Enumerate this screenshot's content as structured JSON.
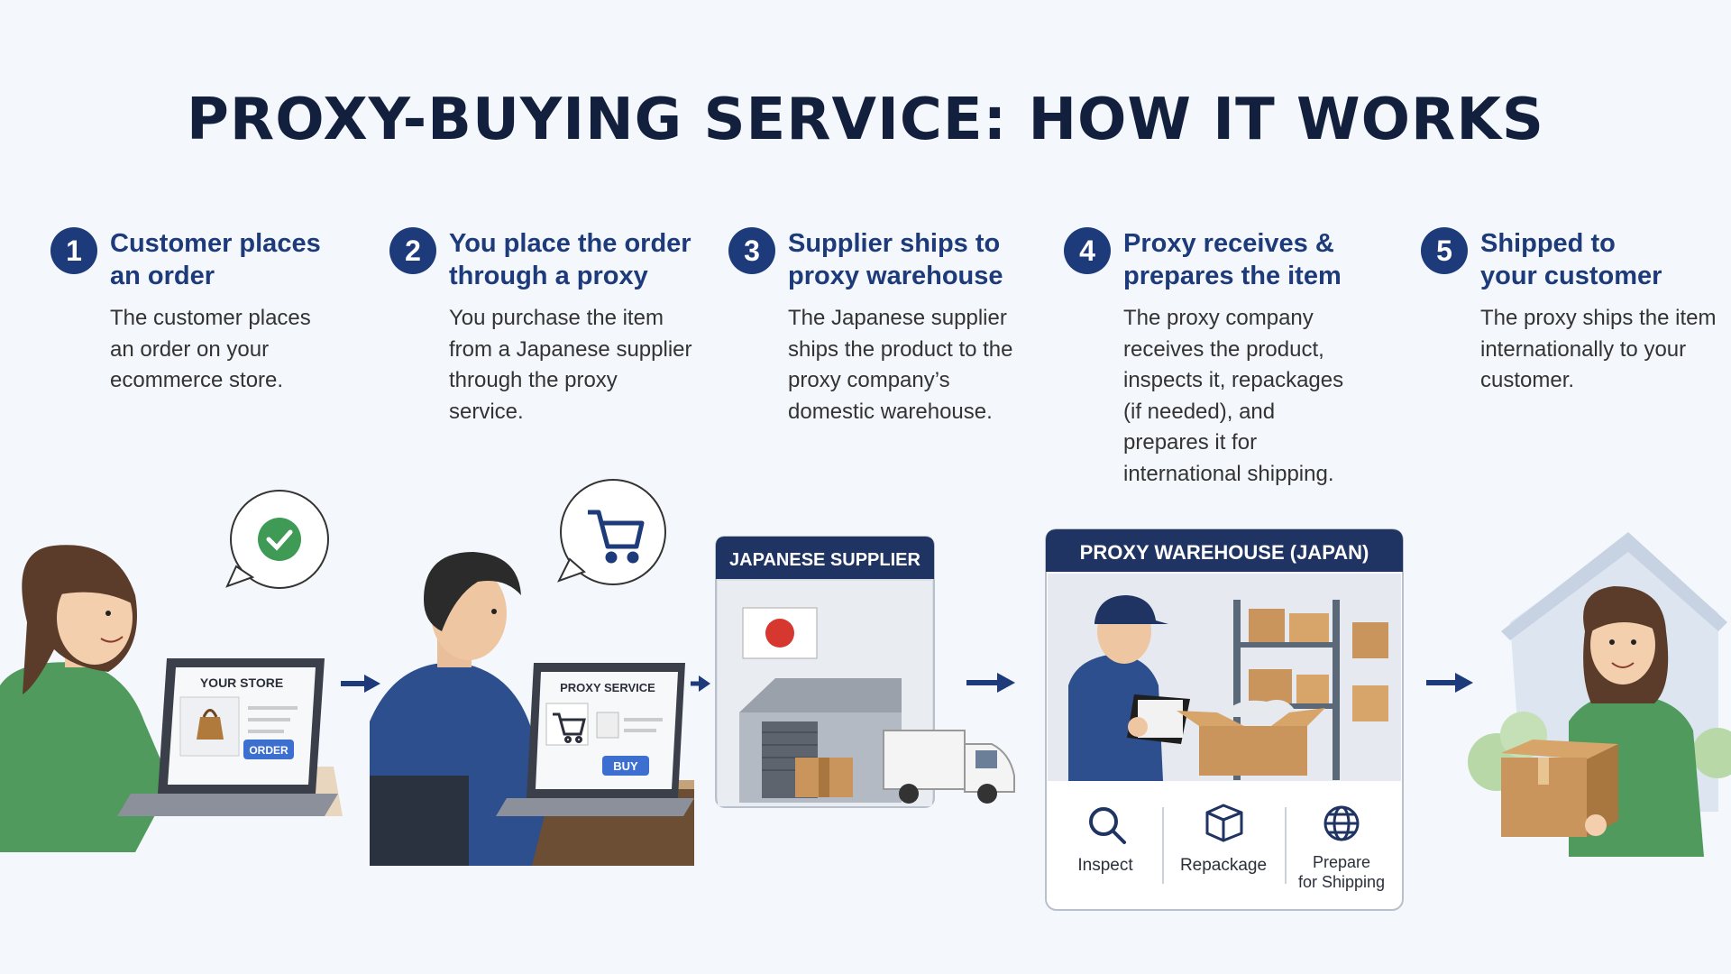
{
  "title": "PROXY-BUYING SERVICE: HOW IT WORKS",
  "steps": [
    {
      "number": "1",
      "title_line1": "Customer places",
      "title_line2": "an order",
      "text_lines": [
        "The customer places",
        "an order on your",
        "ecommerce store."
      ]
    },
    {
      "number": "2",
      "title_line1": "You place the order",
      "title_line2": "through a proxy",
      "text_lines": [
        "You purchase the item",
        "from a Japanese supplier",
        "through the proxy",
        "service."
      ]
    },
    {
      "number": "3",
      "title_line1": "Supplier ships to",
      "title_line2": "proxy warehouse",
      "text_lines": [
        "The Japanese supplier",
        "ships the product to the",
        "proxy company’s",
        "domestic warehouse."
      ]
    },
    {
      "number": "4",
      "title_line1": "Proxy receives &",
      "title_line2": "prepares the item",
      "text_lines": [
        "The proxy company",
        "receives the product,",
        "inspects it, repackages",
        "(if needed), and",
        "prepares it for",
        "international shipping."
      ]
    },
    {
      "number": "5",
      "title_line1": "Shipped to",
      "title_line2": "your customer",
      "text_lines": [
        "The proxy ships the item",
        "internationally to your",
        "customer."
      ]
    }
  ],
  "laptop1": {
    "store_label": "YOUR STORE",
    "button_label": "ORDER"
  },
  "laptop2": {
    "store_label": "PROXY SERVICE",
    "button_label": "BUY"
  },
  "supplier": {
    "header": "JAPANESE SUPPLIER"
  },
  "warehouse": {
    "header": "PROXY WAREHOUSE (JAPAN)",
    "actions": [
      {
        "label_line1": "Inspect",
        "label_line2": "",
        "icon": "magnifier-icon"
      },
      {
        "label_line1": "Repackage",
        "label_line2": "",
        "icon": "box-icon"
      },
      {
        "label_line1": "Prepare",
        "label_line2": "for Shipping",
        "icon": "globe-icon"
      }
    ]
  },
  "colors": {
    "navy": "#1d3a7a",
    "green": "#3e9a55",
    "shirt_green": "#4f9a5c",
    "shirt_blue": "#2d4f8e",
    "box": "#c9955c"
  }
}
